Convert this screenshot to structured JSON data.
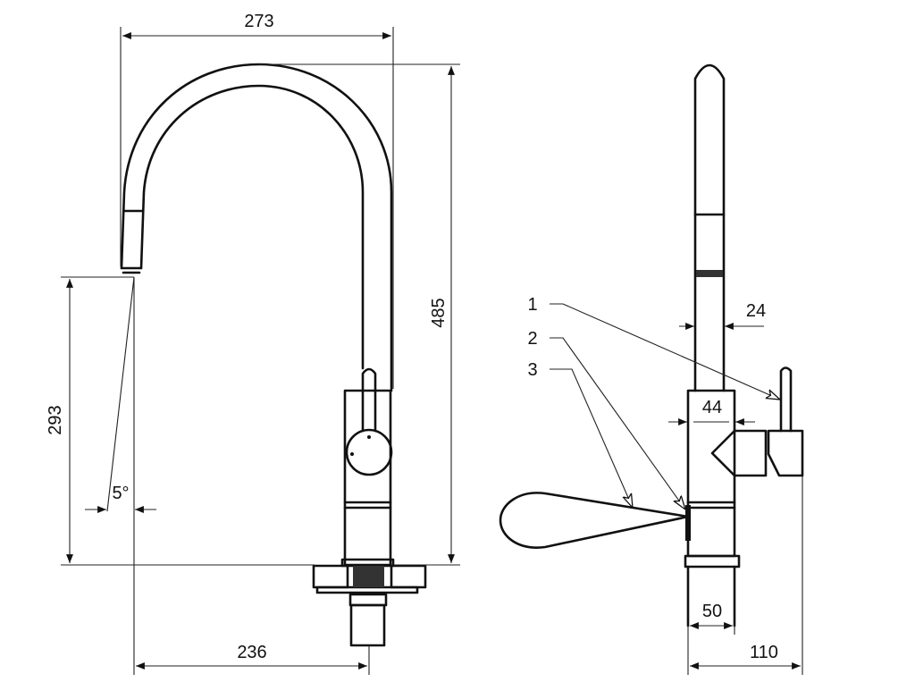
{
  "drawing": {
    "front_view": {
      "dimensions": {
        "width_total": "273",
        "height_total": "485",
        "spout_height": "293",
        "reach": "236",
        "angle": "5°"
      }
    },
    "side_view": {
      "dimensions": {
        "spout_diameter": "24",
        "body_diameter": "44",
        "base_diameter": "50",
        "depth": "110"
      },
      "callouts": [
        "1",
        "2",
        "3"
      ]
    },
    "colors": {
      "line": "#111111",
      "background": "#ffffff"
    }
  }
}
